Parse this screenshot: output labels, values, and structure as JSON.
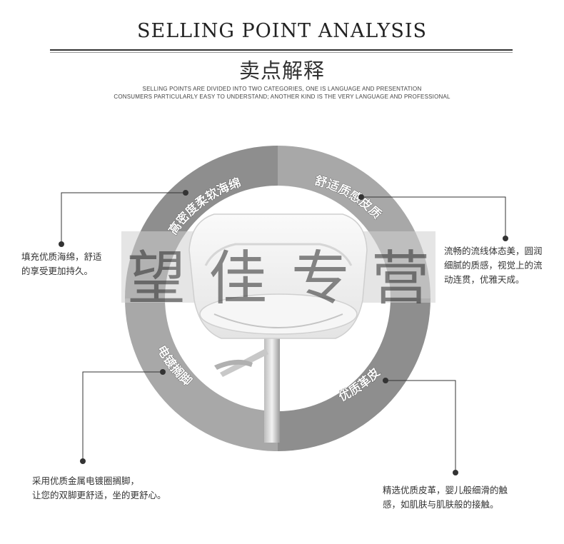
{
  "header": {
    "title": "SELLING POINT ANALYSIS",
    "subtitle_cn": "卖点解释",
    "tagline_line1": "SELLING POINTS ARE DIVIDED INTO TWO CATEGORIES, ONE IS LANGUAGE AND PRESENTATION",
    "tagline_line2": "CONSUMERS PARTICULARLY EASY TO UNDERSTAND; ANOTHER KIND IS THE VERY LANGUAGE AND PROFESSIONAL"
  },
  "segments": {
    "top_left": "高密度柔软海绵",
    "top_right": "舒适质感皮质",
    "bottom_left": "电镀搁脚",
    "bottom_right": "优质革皮"
  },
  "descriptions": {
    "top_left": [
      "填充优质海绵，舒适",
      "的享受更加持久。"
    ],
    "top_right": [
      "流畅的流线体态美，圆润",
      "细腻的质感，视觉上的流",
      "动连贯，优雅天成。"
    ],
    "bottom_left": [
      "采用优质金属电镀圈搁脚，",
      "让您的双脚更舒适，坐的更舒心。"
    ],
    "bottom_right": [
      "精选优质皮革，婴儿般细滑的触",
      "感，如肌肤与肌肤般的接触。"
    ]
  },
  "watermark": [
    "望",
    "佳",
    "专",
    "营"
  ],
  "colors": {
    "ring_dark": "#8e8e8e",
    "ring_light": "#a8a8a8",
    "inner_white": "#ffffff",
    "watermark_band": "#cfcfcf",
    "leader_line": "#333333"
  }
}
